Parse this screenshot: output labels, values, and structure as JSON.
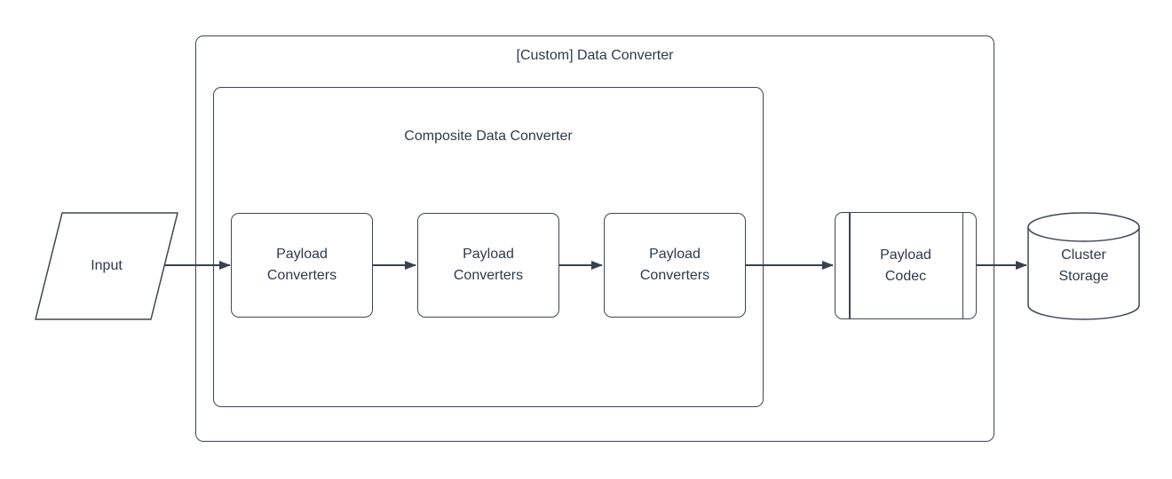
{
  "diagram": {
    "title": "[Custom] Data Converter flow diagram",
    "colors": {
      "background": "#ffffff",
      "shape_stroke": "#3e4654",
      "arrow_stroke": "#39404e",
      "text": "#2e3a4b"
    },
    "nodes": {
      "input": {
        "label": "Input",
        "shape": "parallelogram"
      },
      "custom_data_converter": {
        "label": "[Custom] Data Converter",
        "shape": "container"
      },
      "composite_data_converter": {
        "label": "Composite Data Converter",
        "shape": "container"
      },
      "payload_converter_1": {
        "label": "Payload\nConverters",
        "shape": "rounded-rectangle"
      },
      "payload_converter_2": {
        "label": "Payload\nConverters",
        "shape": "rounded-rectangle"
      },
      "payload_converter_3": {
        "label": "Payload\nConverters",
        "shape": "predefined-process-rectangle"
      },
      "payload_codec": {
        "label": "Payload\nCodec",
        "shape": "predefined-process"
      },
      "cluster_storage": {
        "label": "Cluster\nStorage",
        "shape": "cylinder"
      }
    },
    "connectors": [
      {
        "from": "input",
        "to": "payload_converter_1"
      },
      {
        "from": "payload_converter_1",
        "to": "payload_converter_2"
      },
      {
        "from": "payload_converter_2",
        "to": "payload_converter_3"
      },
      {
        "from": "payload_converter_3",
        "to": "payload_codec"
      },
      {
        "from": "payload_codec",
        "to": "cluster_storage"
      }
    ]
  }
}
